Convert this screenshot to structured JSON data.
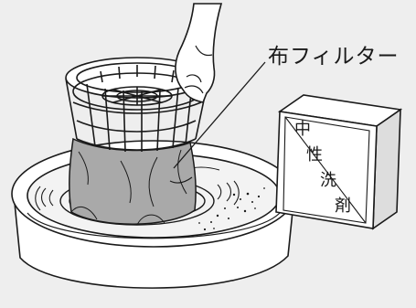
{
  "callout": {
    "label": "布フィルター"
  },
  "detergent_box": {
    "chars": [
      "中",
      "性",
      "洗",
      "剤"
    ]
  },
  "colors": {
    "background": "#eeeeee",
    "line": "#1a1a1a",
    "fill": "#ffffff",
    "cloth": "#a9a9a9",
    "water": "#f3f3f3"
  }
}
